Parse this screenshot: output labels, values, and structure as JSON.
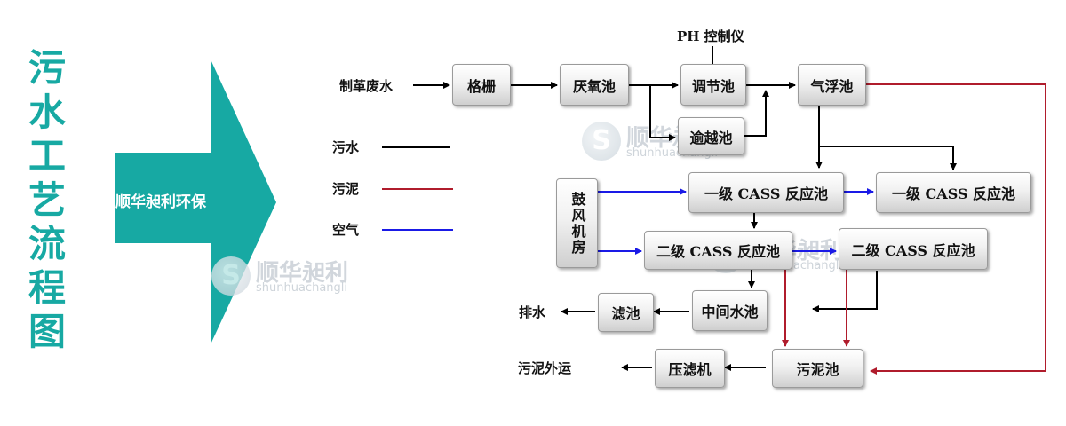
{
  "title_chars": [
    "污",
    "水",
    "工",
    "艺",
    "流",
    "程",
    "图"
  ],
  "banner": "顺华昶利环保",
  "watermark": {
    "cn": "顺华昶利",
    "en": "shunhuachangli"
  },
  "legend": {
    "sewage": "污水",
    "sludge": "污泥",
    "air": "空气"
  },
  "colors": {
    "teal": "#17a9a3",
    "sewage": "#000000",
    "sludge": "#b01c2c",
    "air": "#1a1ae6"
  },
  "labels": {
    "input": "制革废水",
    "ph": "PH 控制仪",
    "drain": "排水",
    "sludge_out": "污泥外运"
  },
  "boxes": {
    "grille": "格栅",
    "anaerobic": "厌氧池",
    "adjust": "调节池",
    "overflow": "逾越池",
    "flotation": "气浮池",
    "blower": "鼓风机房",
    "cass1a": "一级 CASS 反应池",
    "cass1b": "一级 CASS 反应池",
    "cass2a": "二级 CASS 反应池",
    "cass2b": "二级 CASS 反应池",
    "middle": "中间水池",
    "filter": "滤池",
    "sludgepool": "污泥池",
    "press": "压滤机"
  }
}
